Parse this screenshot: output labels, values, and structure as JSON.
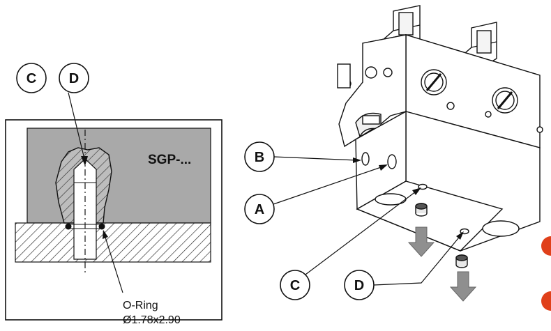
{
  "detail_view": {
    "callouts": [
      "C",
      "D"
    ],
    "component_label": "SGP-...",
    "oring_label_line1": "O-Ring",
    "oring_label_line2": "Ø1.78x2.90"
  },
  "iso_view": {
    "callouts": [
      "B",
      "A",
      "C",
      "D"
    ]
  },
  "colors": {
    "gray_fill": "#a9a9a9",
    "outline": "#111111",
    "arrow_gray": "#8f8f8f",
    "accent_red": "#e0401a"
  }
}
